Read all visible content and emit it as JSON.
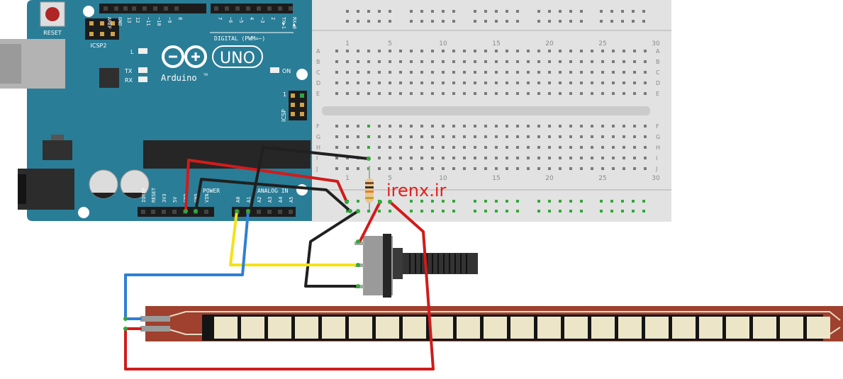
{
  "watermark": "irenx.ir",
  "board": {
    "logo_model": "UNO",
    "logo_brand": "Arduino",
    "logo_tm": "TM",
    "reset_label": "RESET",
    "icsp2_label": "ICSP2",
    "icsp_label": "ICSP",
    "icsp_pin1": "1",
    "led_l": "L",
    "led_tx": "TX",
    "led_rx": "RX",
    "led_on": "ON",
    "digital_label": "DIGITAL (PWM=~)",
    "power_label": "POWER",
    "analog_label": "ANALOG IN",
    "digital_pins": [
      "AREF",
      "GND",
      "13",
      "12",
      "~11",
      "~10",
      "~9",
      "8",
      "7",
      "~6",
      "~5",
      "4",
      "~3",
      "2",
      "TX▶1",
      "RX◀0"
    ],
    "power_pins": [
      "IOREF",
      "RESET",
      "3V3",
      "5V",
      "GND",
      "GND",
      "VIN"
    ],
    "analog_pins": [
      "A0",
      "A1",
      "A2",
      "A3",
      "A4",
      "A5"
    ]
  },
  "breadboard": {
    "col_numbers": [
      "1",
      "5",
      "10",
      "15",
      "20",
      "25",
      "30"
    ],
    "rows_top": [
      "A",
      "B",
      "C",
      "D",
      "E"
    ],
    "rows_bottom": [
      "F",
      "G",
      "H",
      "I",
      "J"
    ]
  },
  "colors": {
    "board": "#2a7d97",
    "board_dark": "#1e6a82",
    "board_text": "#ffffff",
    "breadboard": "#e2e2e2",
    "hole": "#7a7a7a",
    "hole_active": "#33a83a",
    "wire_red": "#d11b1b",
    "wire_black": "#202020",
    "wire_yellow": "#f5e117",
    "wire_blue": "#2f7fd4",
    "flex_body": "#a0402e",
    "flex_pad": "#ece5c8",
    "watermark": "#e1201c"
  }
}
